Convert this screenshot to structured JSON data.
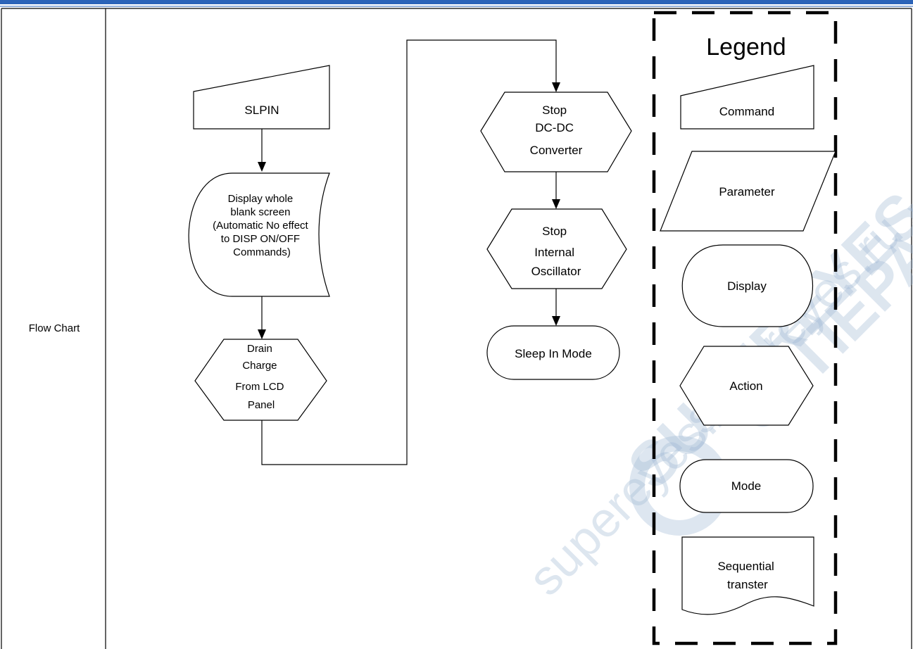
{
  "row_label": "Flow Chart",
  "flow": {
    "slpin": "SLPIN",
    "display": [
      "Display whole",
      "blank screen",
      "(Automatic No effect",
      "to DISP ON/OFF",
      "Commands)"
    ],
    "drain": [
      "Drain",
      "Charge",
      "From LCD",
      "Panel"
    ],
    "stop_dcdc": [
      "Stop",
      "DC-DC",
      "Converter"
    ],
    "stop_osc": [
      "Stop",
      "Internal",
      "Oscillator"
    ],
    "sleep_mode": "Sleep In Mode"
  },
  "legend": {
    "title": "Legend",
    "items": {
      "command": "Command",
      "parameter": "Parameter",
      "display": "Display",
      "action": "Action",
      "mode": "Mode",
      "sequential": [
        "Sequential",
        "transter"
      ]
    }
  },
  "watermark": {
    "text1": "supereyes.ru",
    "text2": "SUPEREYES",
    "text3": "supereyes.ru",
    "text4": "СУПЕРАЙС"
  },
  "colors": {
    "header_bar": "#2b63b8",
    "watermark": "#9fb8d4"
  }
}
